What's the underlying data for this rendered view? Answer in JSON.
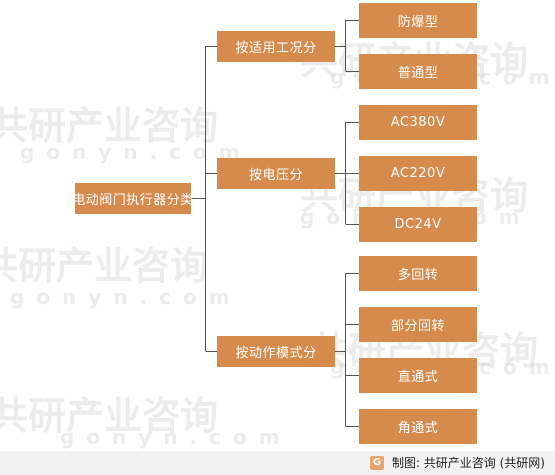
{
  "diagram": {
    "root": "电动阀门执行器分类",
    "branches": [
      {
        "label": "按适用工况分",
        "children": [
          "防爆型",
          "普通型"
        ]
      },
      {
        "label": "按电压分",
        "children": [
          "AC380V",
          "AC220V",
          "DC24V"
        ]
      },
      {
        "label": "按动作模式分",
        "children": [
          "多回转",
          "部分回转",
          "直通式",
          "角通式"
        ]
      }
    ],
    "node_color": "#d68a4c",
    "line_color": "#555555"
  },
  "watermark": {
    "text": "共研产业咨询",
    "url_text": "gonyn.com"
  },
  "footer": {
    "logo_letter": "G",
    "source": "制图: 共研产业咨询 (共研网)"
  }
}
